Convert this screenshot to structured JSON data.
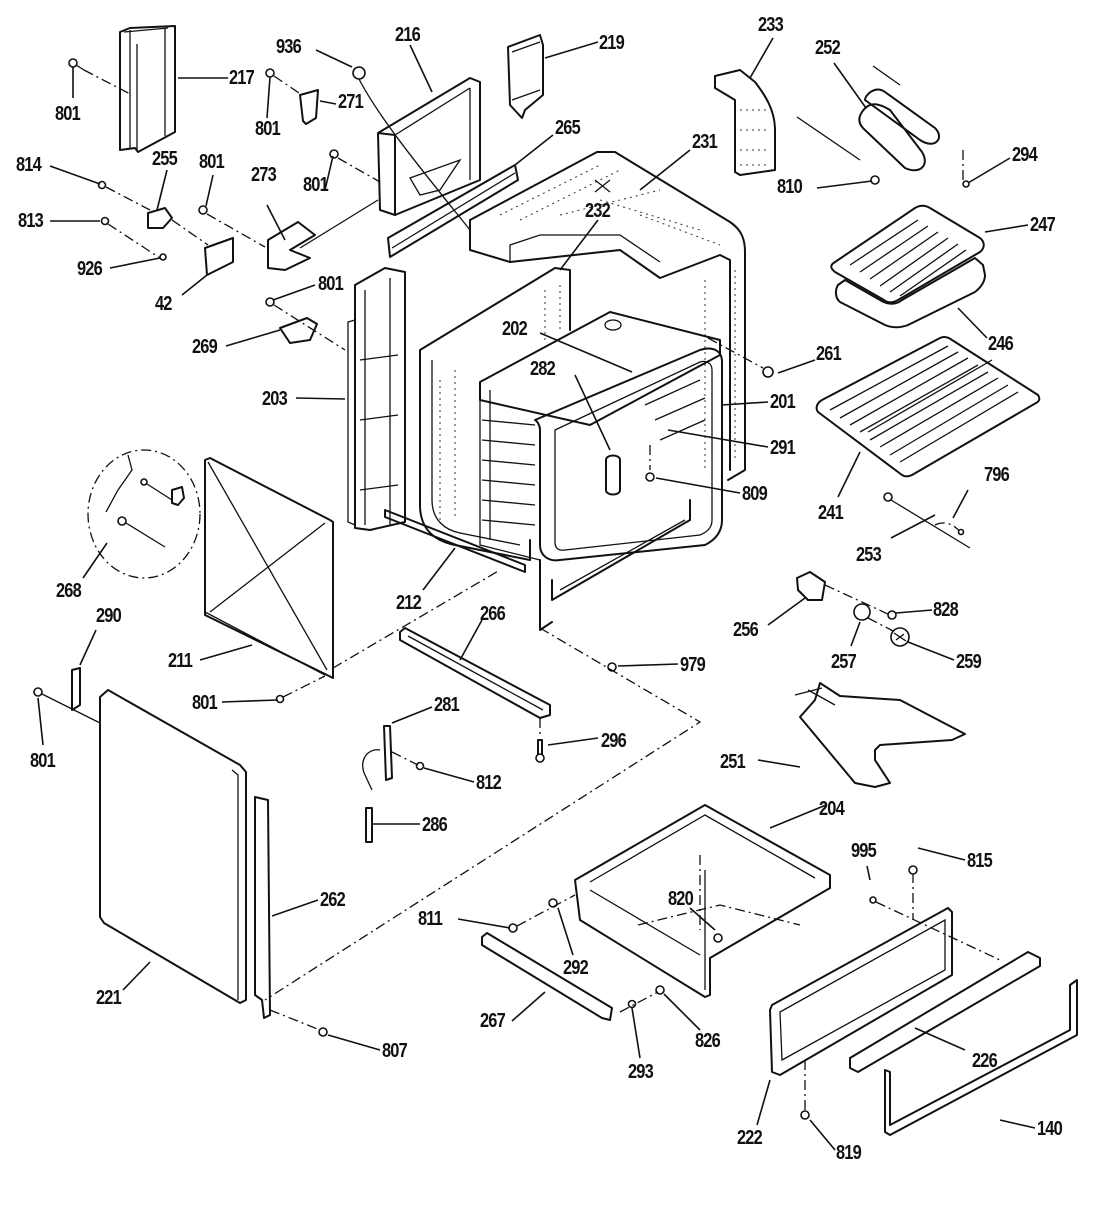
{
  "diagram": {
    "title": "Range body exploded parts diagram",
    "labels": [
      {
        "id": "l217",
        "text": "217"
      },
      {
        "id": "l801a",
        "text": "801"
      },
      {
        "id": "l936",
        "text": "936"
      },
      {
        "id": "l216",
        "text": "216"
      },
      {
        "id": "l219",
        "text": "219"
      },
      {
        "id": "l233",
        "text": "233"
      },
      {
        "id": "l252",
        "text": "252"
      },
      {
        "id": "l801b",
        "text": "801"
      },
      {
        "id": "l271",
        "text": "271"
      },
      {
        "id": "l265",
        "text": "265"
      },
      {
        "id": "l231",
        "text": "231"
      },
      {
        "id": "l294",
        "text": "294"
      },
      {
        "id": "l814",
        "text": "814"
      },
      {
        "id": "l255",
        "text": "255"
      },
      {
        "id": "l801c",
        "text": "801"
      },
      {
        "id": "l801d",
        "text": "801"
      },
      {
        "id": "l810",
        "text": "810"
      },
      {
        "id": "l813",
        "text": "813"
      },
      {
        "id": "l273",
        "text": "273"
      },
      {
        "id": "l232",
        "text": "232"
      },
      {
        "id": "l247",
        "text": "247"
      },
      {
        "id": "l926",
        "text": "926"
      },
      {
        "id": "l42",
        "text": "42"
      },
      {
        "id": "l801e",
        "text": "801"
      },
      {
        "id": "l269",
        "text": "269"
      },
      {
        "id": "l202",
        "text": "202"
      },
      {
        "id": "l246",
        "text": "246"
      },
      {
        "id": "l261",
        "text": "261"
      },
      {
        "id": "l282",
        "text": "282"
      },
      {
        "id": "l203",
        "text": "203"
      },
      {
        "id": "l201",
        "text": "201"
      },
      {
        "id": "l291",
        "text": "291"
      },
      {
        "id": "l796",
        "text": "796"
      },
      {
        "id": "l809",
        "text": "809"
      },
      {
        "id": "l241",
        "text": "241"
      },
      {
        "id": "l253",
        "text": "253"
      },
      {
        "id": "l268",
        "text": "268"
      },
      {
        "id": "l212",
        "text": "212"
      },
      {
        "id": "l290",
        "text": "290"
      },
      {
        "id": "l266",
        "text": "266"
      },
      {
        "id": "l828",
        "text": "828"
      },
      {
        "id": "l256",
        "text": "256"
      },
      {
        "id": "l211",
        "text": "211"
      },
      {
        "id": "l979",
        "text": "979"
      },
      {
        "id": "l259",
        "text": "259"
      },
      {
        "id": "l257",
        "text": "257"
      },
      {
        "id": "l801f",
        "text": "801"
      },
      {
        "id": "l281",
        "text": "281"
      },
      {
        "id": "l801g",
        "text": "801"
      },
      {
        "id": "l296",
        "text": "296"
      },
      {
        "id": "l251",
        "text": "251"
      },
      {
        "id": "l812",
        "text": "812"
      },
      {
        "id": "l204",
        "text": "204"
      },
      {
        "id": "l286",
        "text": "286"
      },
      {
        "id": "l995",
        "text": "995"
      },
      {
        "id": "l815",
        "text": "815"
      },
      {
        "id": "l820",
        "text": "820"
      },
      {
        "id": "l262",
        "text": "262"
      },
      {
        "id": "l811",
        "text": "811"
      },
      {
        "id": "l292",
        "text": "292"
      },
      {
        "id": "l221",
        "text": "221"
      },
      {
        "id": "l267",
        "text": "267"
      },
      {
        "id": "l826",
        "text": "826"
      },
      {
        "id": "l226",
        "text": "226"
      },
      {
        "id": "l807",
        "text": "807"
      },
      {
        "id": "l293",
        "text": "293"
      },
      {
        "id": "l222",
        "text": "222"
      },
      {
        "id": "l140",
        "text": "140"
      },
      {
        "id": "l819",
        "text": "819"
      }
    ]
  }
}
